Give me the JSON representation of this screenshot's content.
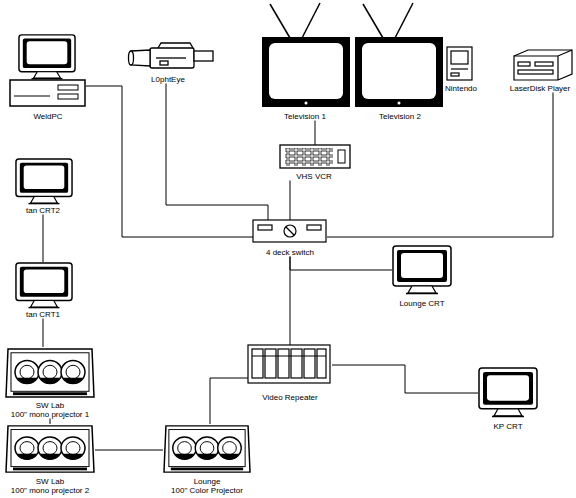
{
  "diagram": {
    "nodes": [
      {
        "text": [
          "WeldPC"
        ]
      },
      {
        "text": [
          "L0phtEye"
        ]
      },
      {
        "text": [
          "Television 1"
        ]
      },
      {
        "text": [
          "Television 2"
        ]
      },
      {
        "text": [
          "Nintendo"
        ]
      },
      {
        "text": [
          "LaserDisk Player"
        ]
      },
      {
        "text": [
          "VHS VCR"
        ]
      },
      {
        "text": [
          "tan CRT2"
        ]
      },
      {
        "text": [
          "4 deck switch"
        ]
      },
      {
        "text": [
          "Lounge CRT"
        ]
      },
      {
        "text": [
          "tan CRT1"
        ]
      },
      {
        "text": [
          "Video Repeater"
        ]
      },
      {
        "text": [
          "SW Lab",
          "100\" mono projector 1"
        ]
      },
      {
        "text": [
          "KP CRT"
        ]
      },
      {
        "text": [
          "SW Lab",
          "100\" mono projector 2"
        ]
      },
      {
        "text": [
          "Lounge",
          "100\" Color Projector"
        ]
      }
    ],
    "edges": [
      {
        "from": 0,
        "to": 8,
        "arrow": "none"
      },
      {
        "from": 1,
        "to": 8,
        "arrow": "none"
      },
      {
        "from": 2,
        "to": 6,
        "arrow": "none"
      },
      {
        "from": 6,
        "to": 8,
        "arrow": "none"
      },
      {
        "from": 5,
        "to": 8,
        "arrow": "none"
      },
      {
        "from": 8,
        "to": 9,
        "arrow": "none"
      },
      {
        "from": 8,
        "to": 11,
        "arrow": "none"
      },
      {
        "from": 11,
        "to": 13,
        "arrow": "none"
      },
      {
        "from": 11,
        "to": 15,
        "arrow": "none"
      },
      {
        "from": 15,
        "to": 14,
        "arrow": "none"
      },
      {
        "from": 7,
        "to": 10,
        "arrow": "none"
      },
      {
        "from": 10,
        "to": 12,
        "arrow": "none"
      },
      {
        "from": 12,
        "to": 14,
        "arrow": "none"
      }
    ]
  }
}
